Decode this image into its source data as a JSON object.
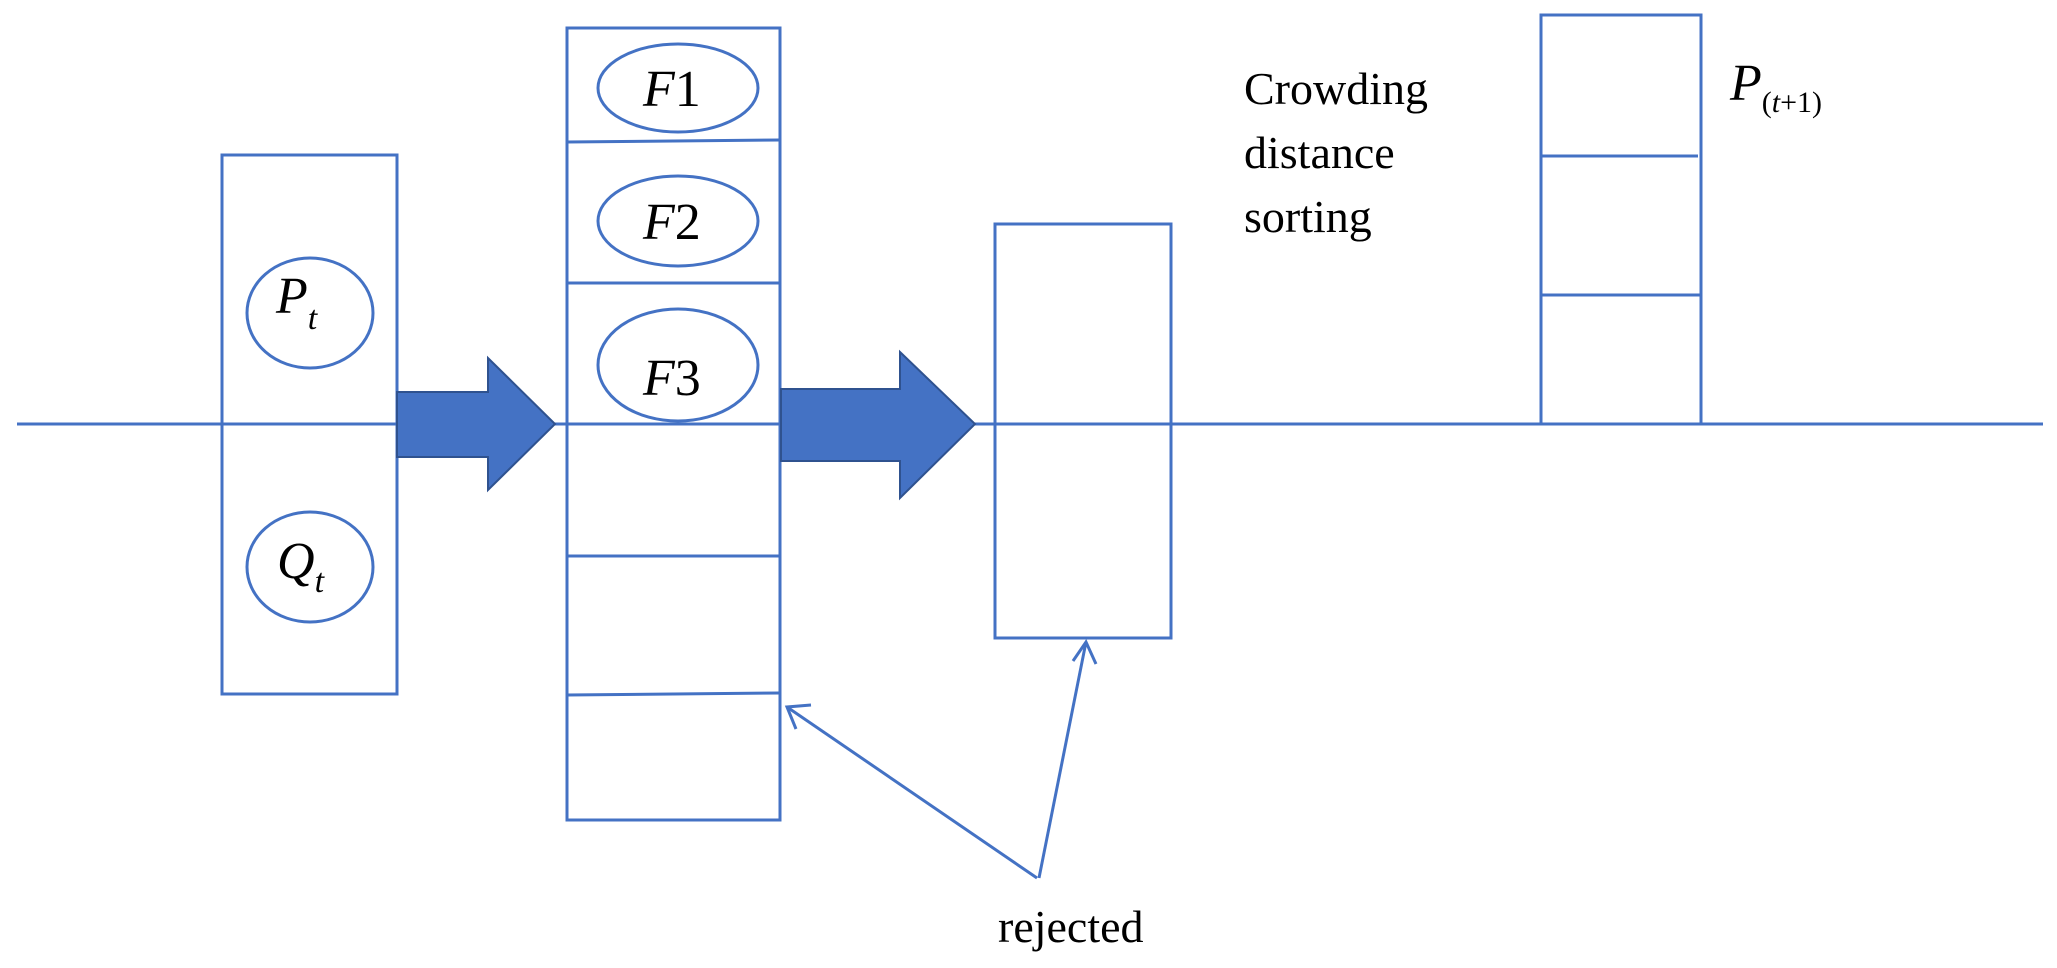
{
  "population": {
    "parent_symbol": "P",
    "parent_subscript": "t",
    "offspring_symbol": "Q",
    "offspring_subscript": "t"
  },
  "fronts": [
    {
      "letter": "F",
      "index": "1"
    },
    {
      "letter": "F",
      "index": "2"
    },
    {
      "letter": "F",
      "index": "3"
    }
  ],
  "crowding_label": [
    "Crowding",
    "distance",
    "sorting"
  ],
  "next_population": {
    "symbol": "P",
    "subscript_open": "(",
    "subscript_var": "t",
    "subscript_rest": "+1)"
  },
  "rejected_label": "rejected",
  "colors": {
    "stroke": "#4472C4",
    "arrow_fill": "#4472C4",
    "text": "#000000"
  }
}
